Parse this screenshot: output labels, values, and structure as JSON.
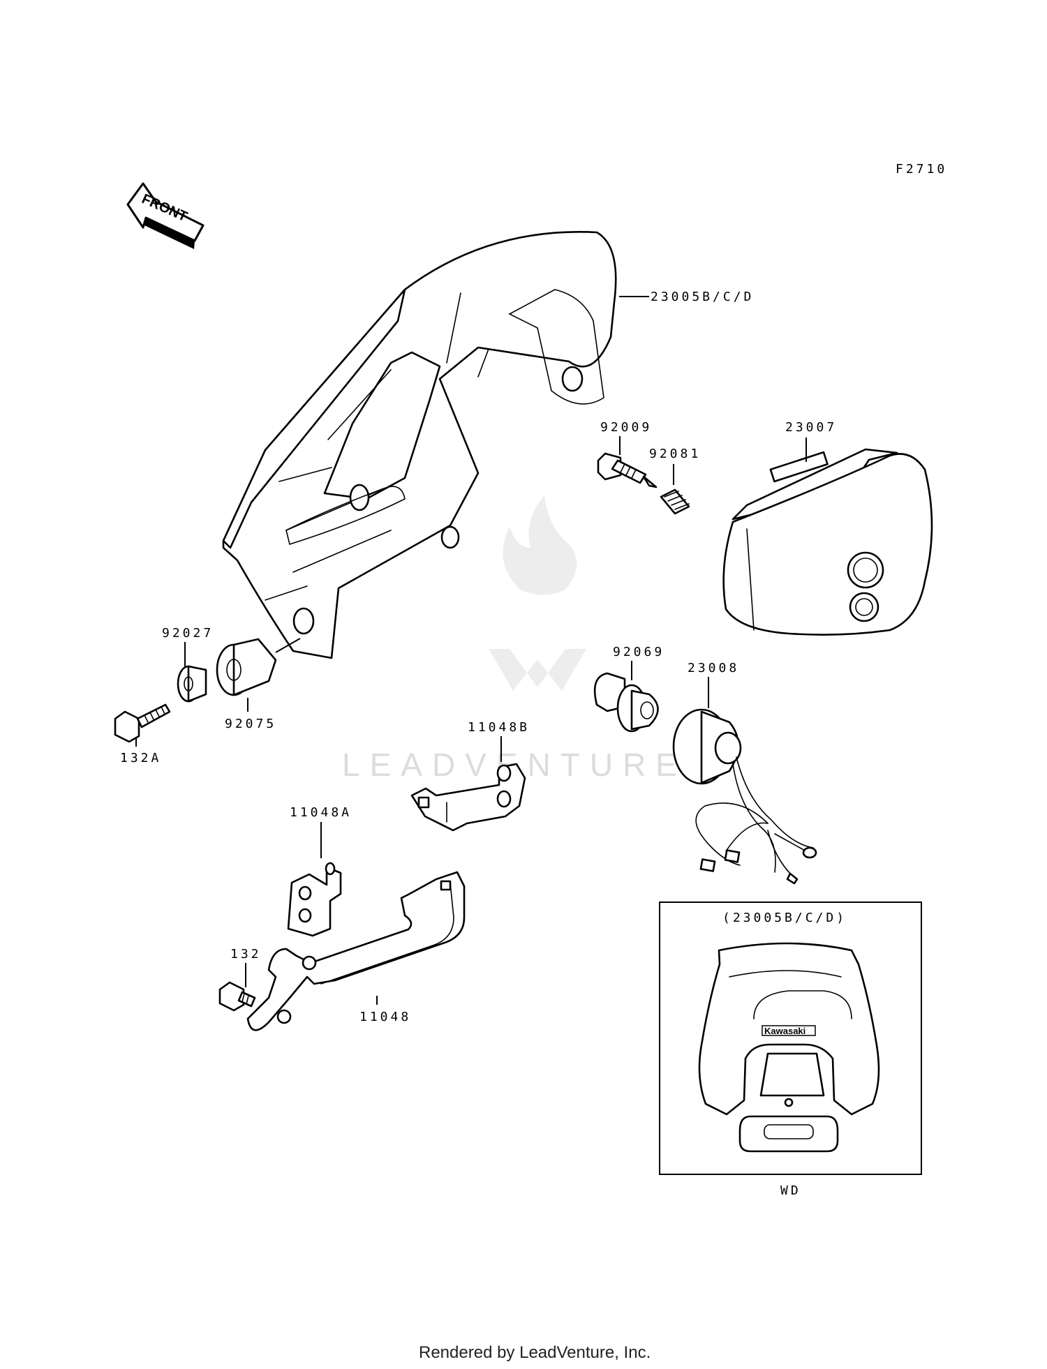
{
  "figure_code": "F2710",
  "front_label": "FRONT",
  "watermark": "LEADVENTURE",
  "credit": "Rendered by LeadVenture, Inc.",
  "inset": {
    "title": "(23005B/C/D)",
    "caption": "WD",
    "logo_text": "Kawasaki"
  },
  "parts": [
    {
      "id": "p-23005bcd",
      "number": "23005B/C/D",
      "name": "headlight-cowl"
    },
    {
      "id": "p-23007",
      "number": "23007",
      "name": "headlight-lens-unit"
    },
    {
      "id": "p-92009",
      "number": "92009",
      "name": "screw"
    },
    {
      "id": "p-92081",
      "number": "92081",
      "name": "spring"
    },
    {
      "id": "p-92027",
      "number": "92027",
      "name": "collar"
    },
    {
      "id": "p-92075",
      "number": "92075",
      "name": "damper"
    },
    {
      "id": "p-132a",
      "number": "132A",
      "name": "flange-bolt"
    },
    {
      "id": "p-92069",
      "number": "92069",
      "name": "bulb"
    },
    {
      "id": "p-23008",
      "number": "23008",
      "name": "socket-assembly"
    },
    {
      "id": "p-11048b",
      "number": "11048B",
      "name": "bracket-b"
    },
    {
      "id": "p-11048a",
      "number": "11048A",
      "name": "bracket-a"
    },
    {
      "id": "p-132",
      "number": "132",
      "name": "bolt"
    },
    {
      "id": "p-11048",
      "number": "11048",
      "name": "bracket"
    }
  ]
}
